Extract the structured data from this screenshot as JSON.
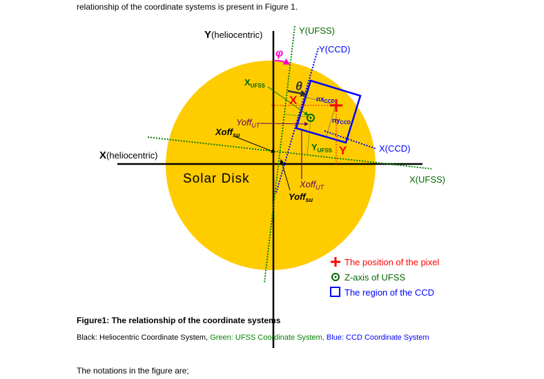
{
  "intro_text": "relationship of the coordinate systems is present in Figure 1.",
  "figure": {
    "y_helio": "Y",
    "y_helio_suffix": "(heliocentric)",
    "x_helio": "X",
    "x_helio_suffix": "(heliocentric)",
    "y_ufss": "Y(UFSS)",
    "x_ufss": "X(UFSS)",
    "y_ccd": "Y(CCD)",
    "x_ccd": "X(CCD)",
    "phi": "φ",
    "theta": "θ",
    "x_ufss_label": "X",
    "x_ufss_sub": "UFSS",
    "y_ufss_label": "Y",
    "y_ufss_sub": "UFSS",
    "red_x": "X",
    "red_y": "Y",
    "nx": "nx",
    "nx_sub": "CCD",
    "ny": "ny",
    "ny_sub": "CCD",
    "yoff_ut": "Yoff",
    "yoff_ut_sub": "UT",
    "xoff_su": "Xoff",
    "xoff_su_sub": "su",
    "xoff_ut": "Xoff",
    "xoff_ut_sub": "UT",
    "yoff_su": "Yoff",
    "yoff_su_sub": "su",
    "solar_disk": "Solar Disk",
    "legend": [
      {
        "label": "The position of the pixel",
        "color": "#ff0000"
      },
      {
        "label": "Z-axis of UFSS",
        "color": "#006600"
      },
      {
        "label": "The region of the CCD",
        "color": "#0000ff"
      }
    ],
    "colors": {
      "sun": "#ffcc00",
      "green": "#008000",
      "blue": "#0000ff",
      "magenta": "#ff00cc",
      "purple": "#660066"
    }
  },
  "caption": "Figure1: The relationship of the coordinate systems",
  "legend_line": {
    "black": "Black: Heliocentric Coordinate System, ",
    "green": "Green: UFSS Coordinate System, ",
    "blue": "Blue: CCD Coordinate System"
  },
  "notations_text": "The notations in the figure are;"
}
